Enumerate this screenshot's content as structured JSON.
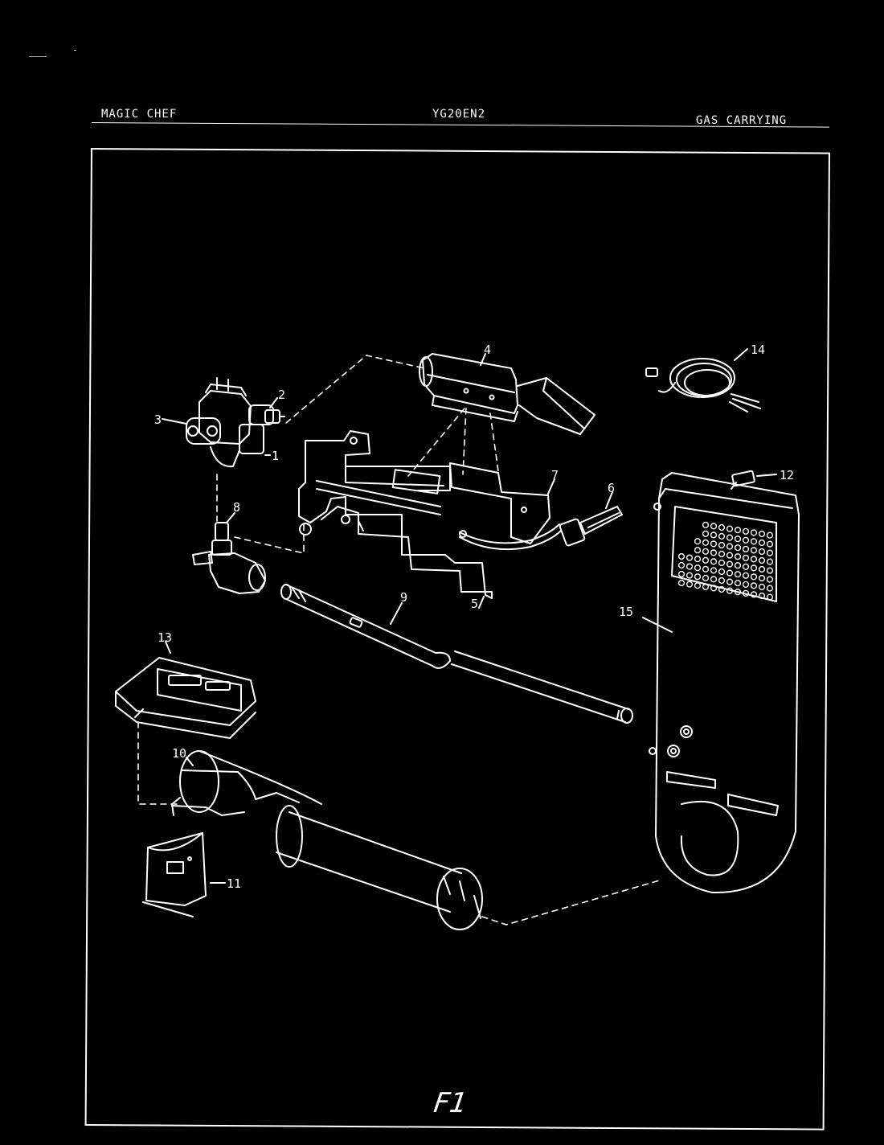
{
  "header": {
    "brand": "MAGIC CHEF",
    "model": "YG20EN2",
    "section": "GAS CARRYING"
  },
  "callouts": [
    {
      "id": "1",
      "part": "1"
    },
    {
      "id": "2",
      "part": "2"
    },
    {
      "id": "3",
      "part": "3"
    },
    {
      "id": "4",
      "part": "4"
    },
    {
      "id": "5",
      "part": "5"
    },
    {
      "id": "6",
      "part": "6"
    },
    {
      "id": "7",
      "part": "7"
    },
    {
      "id": "8",
      "part": "8"
    },
    {
      "id": "9",
      "part": "9"
    },
    {
      "id": "10",
      "part": "10"
    },
    {
      "id": "11",
      "part": "11"
    },
    {
      "id": "12",
      "part": "12"
    },
    {
      "id": "13",
      "part": "13"
    },
    {
      "id": "14",
      "part": "14"
    },
    {
      "id": "15",
      "part": "15"
    }
  ],
  "footer": {
    "handwritten_mark": "F1"
  },
  "colors": {
    "background": "#000000",
    "line": "#ffffff"
  }
}
